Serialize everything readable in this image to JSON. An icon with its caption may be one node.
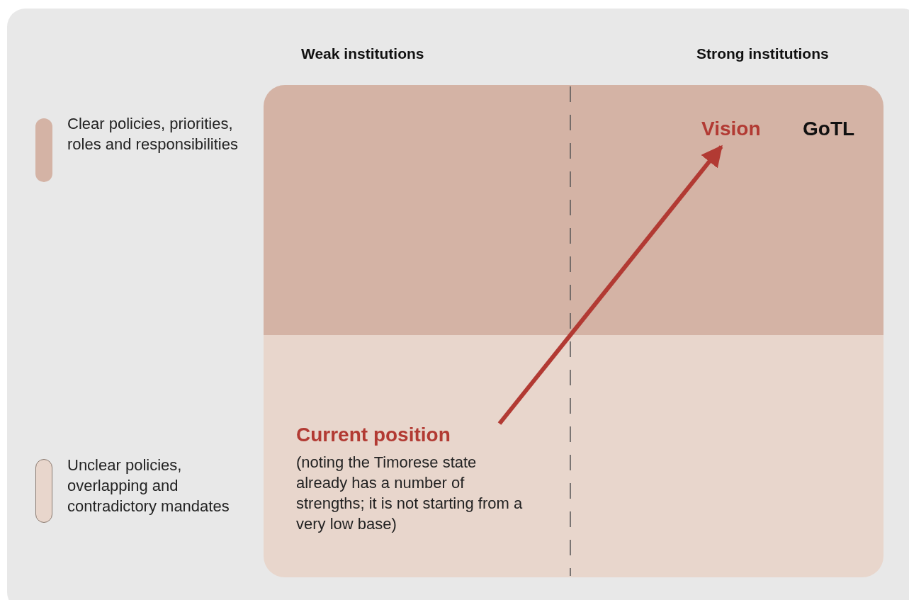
{
  "diagram": {
    "nodes": [
      {
        "text": [
          "Current position",
          "(noting the Timorese state already has a number of strengths; it is not starting from a very low base)"
        ]
      },
      {
        "text": [
          "Vision"
        ]
      }
    ],
    "edges": [
      {
        "from": 0,
        "to": 1,
        "arrow": "to"
      }
    ],
    "labels": [
      "Weak institutions",
      "Strong institutions",
      "GoTL"
    ],
    "legend": [
      {
        "text": "Clear policies, priorities, roles and responsibilities",
        "color": "#d4b3a5"
      },
      {
        "text": "Unclear policies, overlapping and contradictory mandates",
        "color": "#e8d6cc"
      }
    ]
  }
}
